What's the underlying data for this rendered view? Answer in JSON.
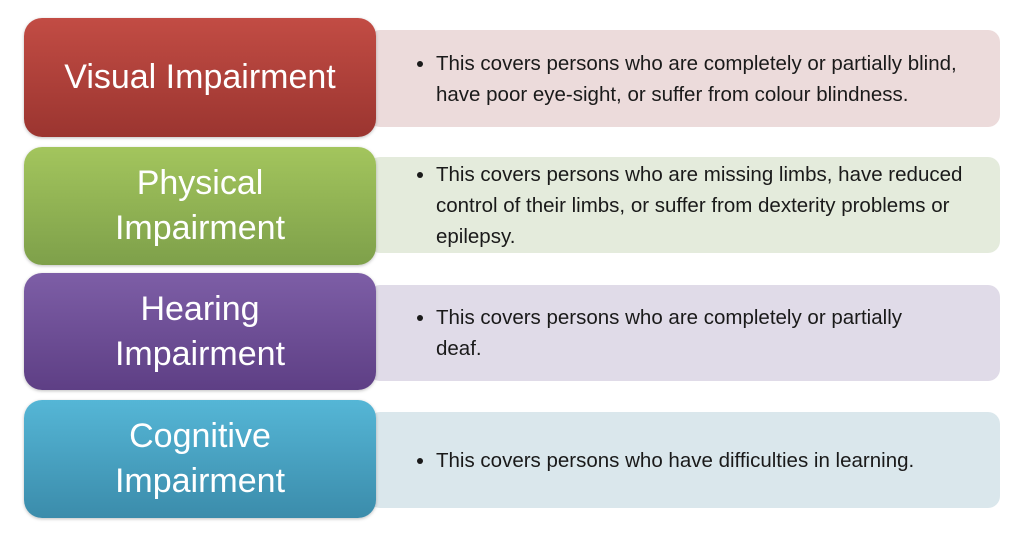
{
  "rows": [
    {
      "label": "Visual Impairment",
      "description": "This covers persons who are completely or partially blind, have poor eye-sight, or  suffer from colour blindness.",
      "color": "#c0504d"
    },
    {
      "label": "Physical Impairment",
      "description": "This covers persons who are missing limbs, have reduced control of their limbs, or suffer from dexterity problems or epilepsy.",
      "color": "#9bbb59"
    },
    {
      "label": "Hearing Impairment",
      "description": "This covers persons who are completely or partially deaf.",
      "color": "#8064a2"
    },
    {
      "label": "Cognitive Impairment",
      "description": "This covers persons who have difficulties in learning.",
      "color": "#4bacc6"
    }
  ]
}
